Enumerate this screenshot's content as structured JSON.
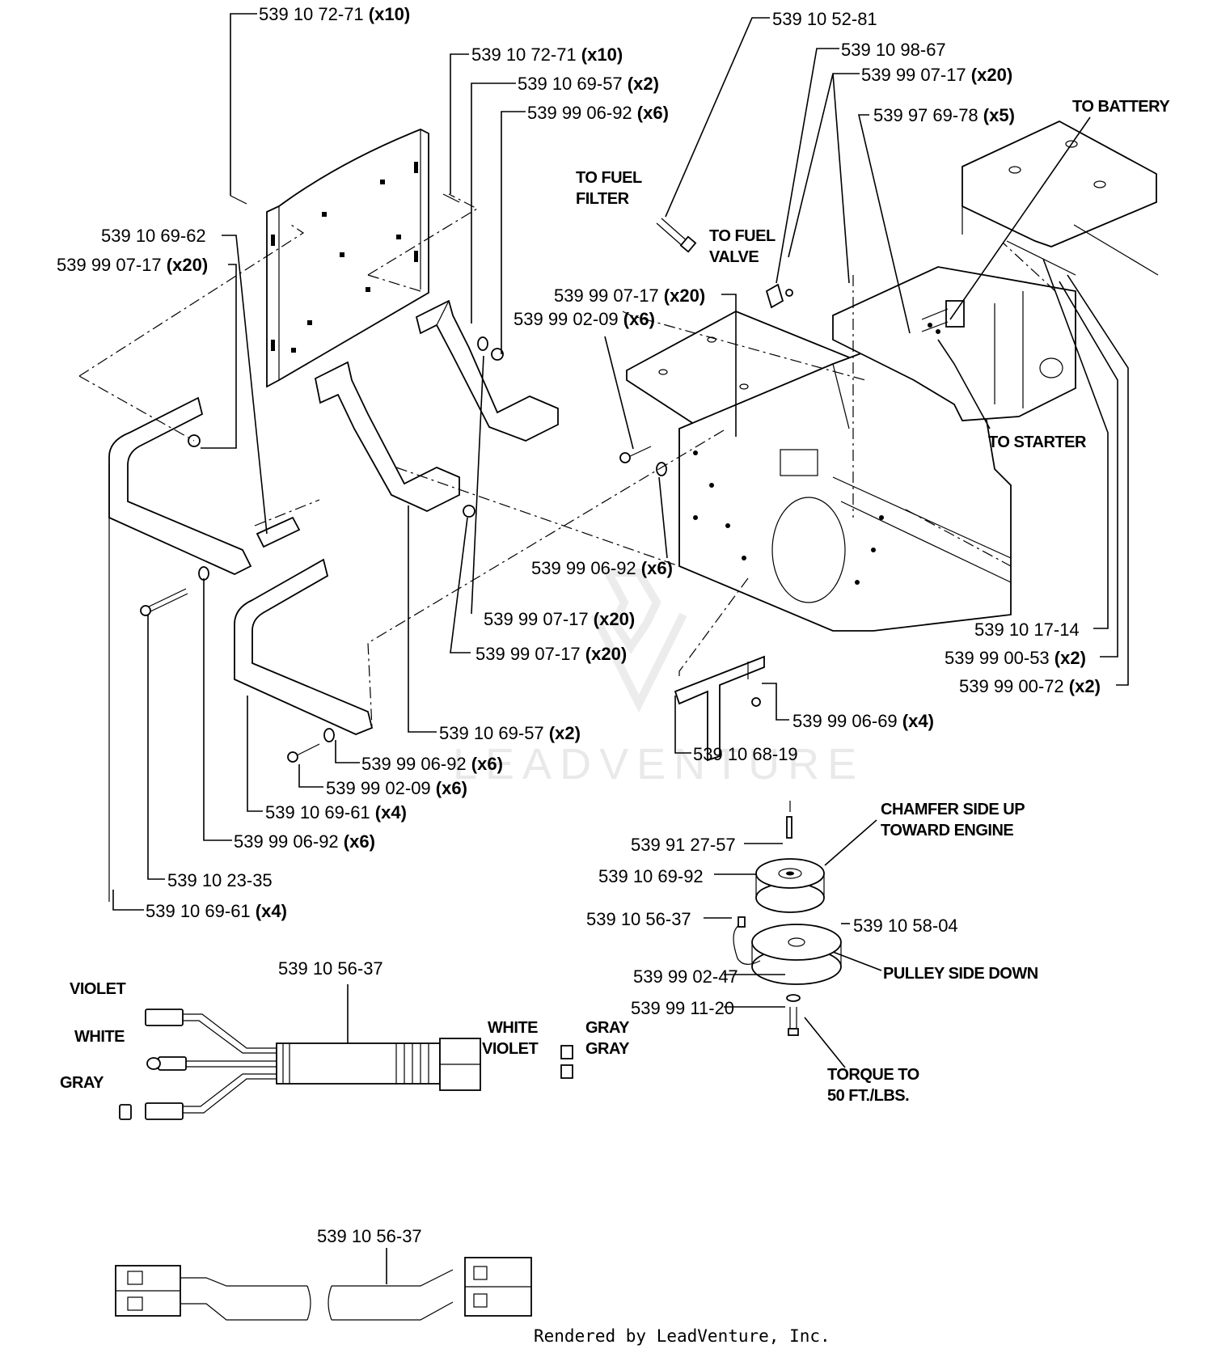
{
  "callouts": {
    "c01": {
      "part": "539 10 72-71",
      "qty": "(x10)"
    },
    "c02": {
      "part": "539 10 72-71",
      "qty": "(x10)"
    },
    "c03": {
      "part": "539 10 69-57",
      "qty": "(x2)"
    },
    "c04": {
      "part": "539 99 06-92",
      "qty": "(x6)"
    },
    "c05": {
      "part": "539 10 69-62",
      "qty": ""
    },
    "c06": {
      "part": "539 99 07-17",
      "qty": "(x20)"
    },
    "c07": {
      "part": "539 10 52-81",
      "qty": ""
    },
    "c08": {
      "part": "539 10 98-67",
      "qty": ""
    },
    "c09": {
      "part": "539 99 07-17",
      "qty": "(x20)"
    },
    "c10": {
      "part": "539 97 69-78",
      "qty": "(x5)"
    },
    "c11": {
      "part": "539 99 07-17",
      "qty": "(x20)"
    },
    "c12": {
      "part": "539 99 02-09",
      "qty": "(x6)"
    },
    "c13": {
      "part": "539 99 06-92",
      "qty": "(x6)"
    },
    "c14": {
      "part": "539 99 07-17",
      "qty": "(x20)"
    },
    "c15": {
      "part": "539 99 07-17",
      "qty": "(x20)"
    },
    "c16": {
      "part": "539 10 17-14",
      "qty": ""
    },
    "c17": {
      "part": "539 99 00-53",
      "qty": "(x2)"
    },
    "c18": {
      "part": "539 99 00-72",
      "qty": "(x2)"
    },
    "c19": {
      "part": "539 99 06-69",
      "qty": "(x4)"
    },
    "c20": {
      "part": "539 10 69-57",
      "qty": "(x2)"
    },
    "c21": {
      "part": "539 10 68-19",
      "qty": ""
    },
    "c22": {
      "part": "539 99 06-92",
      "qty": "(x6)"
    },
    "c23": {
      "part": "539 99 02-09",
      "qty": "(x6)"
    },
    "c24": {
      "part": "539 10 69-61",
      "qty": "(x4)"
    },
    "c25": {
      "part": "539 99 06-92",
      "qty": "(x6)"
    },
    "c26": {
      "part": "539 10 23-35",
      "qty": ""
    },
    "c27": {
      "part": "539 10 69-61",
      "qty": "(x4)"
    },
    "c28": {
      "part": "539 91 27-57",
      "qty": ""
    },
    "c29": {
      "part": "539 10 69-92",
      "qty": ""
    },
    "c30": {
      "part": "539 10 56-37",
      "qty": ""
    },
    "c31": {
      "part": "539 10 58-04",
      "qty": ""
    },
    "c32": {
      "part": "539 99 02-47",
      "qty": ""
    },
    "c33": {
      "part": "539 99 11-20",
      "qty": ""
    },
    "c34": {
      "part": "539 10 56-37",
      "qty": ""
    },
    "c35": {
      "part": "539 10 56-37",
      "qty": ""
    }
  },
  "notes": {
    "to_fuel_filter": [
      "TO FUEL",
      "FILTER"
    ],
    "to_fuel_valve": [
      "TO FUEL",
      "VALVE"
    ],
    "to_battery": "TO BATTERY",
    "to_starter": "TO STARTER",
    "chamfer": [
      "CHAMFER SIDE UP",
      "TOWARD ENGINE"
    ],
    "pulley_down": "PULLEY SIDE DOWN",
    "torque": [
      "TORQUE TO",
      "50 FT./LBS."
    ]
  },
  "wire_labels": {
    "left_violet": "VIOLET",
    "left_white": "WHITE",
    "left_gray": "GRAY",
    "right_white": "WHITE",
    "right_violet": "VIOLET",
    "right_gray_1": "GRAY",
    "right_gray_2": "GRAY"
  },
  "watermark": "LEADVENTURE",
  "credit": "Rendered by LeadVenture, Inc."
}
